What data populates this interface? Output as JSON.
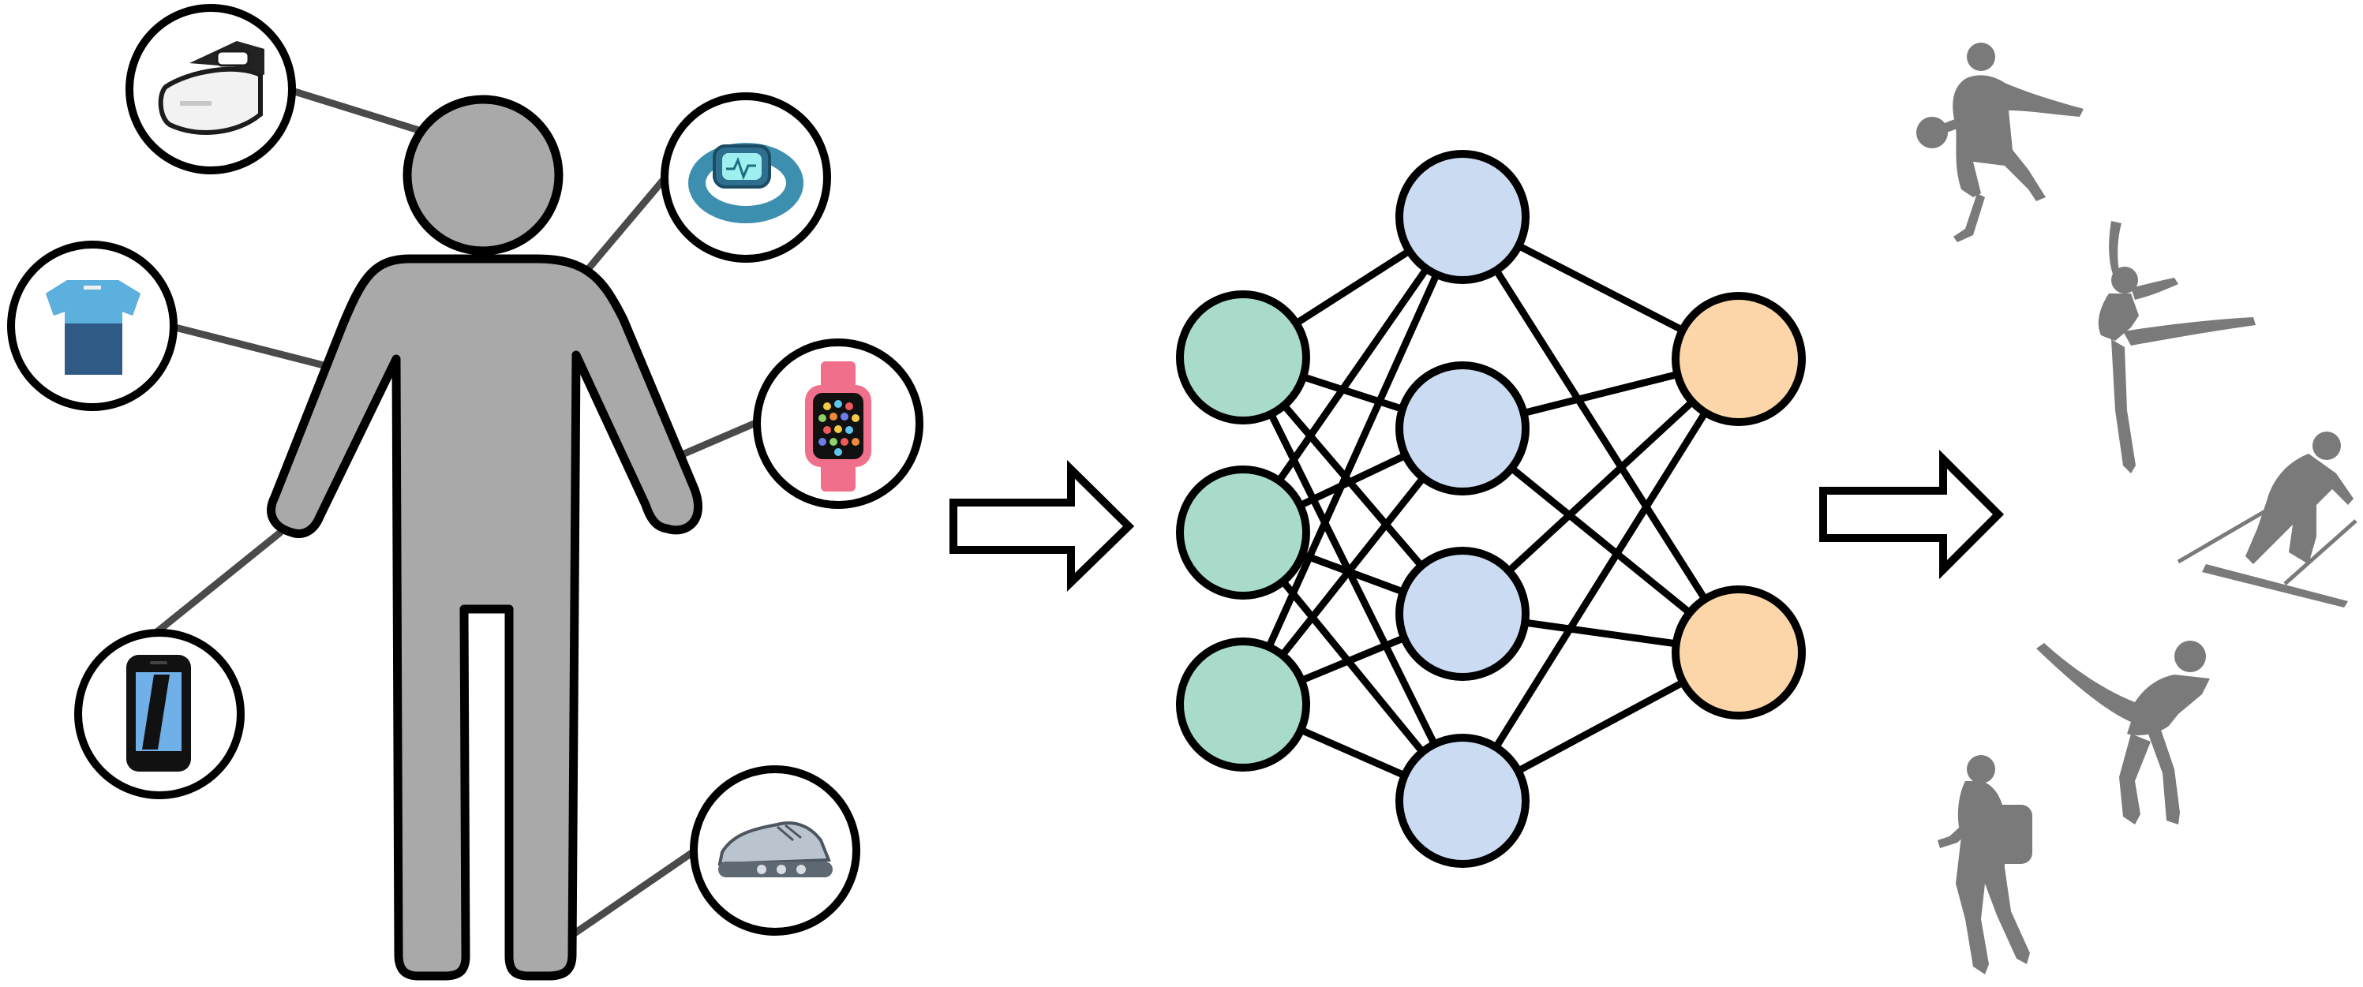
{
  "diagram": {
    "sections": [
      "wearable-sensors",
      "neural-network",
      "activity-recognition"
    ],
    "sensors": [
      {
        "id": "vr-headset",
        "icon": "vr-headset-icon",
        "attached_to": "head"
      },
      {
        "id": "smart-shirt",
        "icon": "shirt-icon",
        "attached_to": "torso"
      },
      {
        "id": "fitness-band",
        "icon": "fitness-band-icon",
        "attached_to": "chest"
      },
      {
        "id": "smartwatch",
        "icon": "smartwatch-icon",
        "attached_to": "left-arm"
      },
      {
        "id": "smartphone",
        "icon": "smartphone-icon",
        "attached_to": "right-hand"
      },
      {
        "id": "smart-shoe",
        "icon": "sneaker-icon",
        "attached_to": "foot"
      }
    ],
    "network": {
      "layers": [
        3,
        4,
        2
      ]
    },
    "activities": [
      {
        "id": "basketball",
        "icon": "basketball-player-icon"
      },
      {
        "id": "ballet",
        "icon": "ballet-dancer-icon"
      },
      {
        "id": "skiing",
        "icon": "skier-icon"
      },
      {
        "id": "karate",
        "icon": "karate-kick-icon"
      },
      {
        "id": "hiking",
        "icon": "hiker-icon"
      }
    ],
    "colors": {
      "person": "#a9a9a9",
      "outline": "#000000",
      "connector": "#4a4a4a",
      "input_node": "#a8dbc9",
      "hidden_node": "#cadbf2",
      "output_node": "#fcd6a9",
      "silhouette": "#7a7a7a"
    }
  }
}
